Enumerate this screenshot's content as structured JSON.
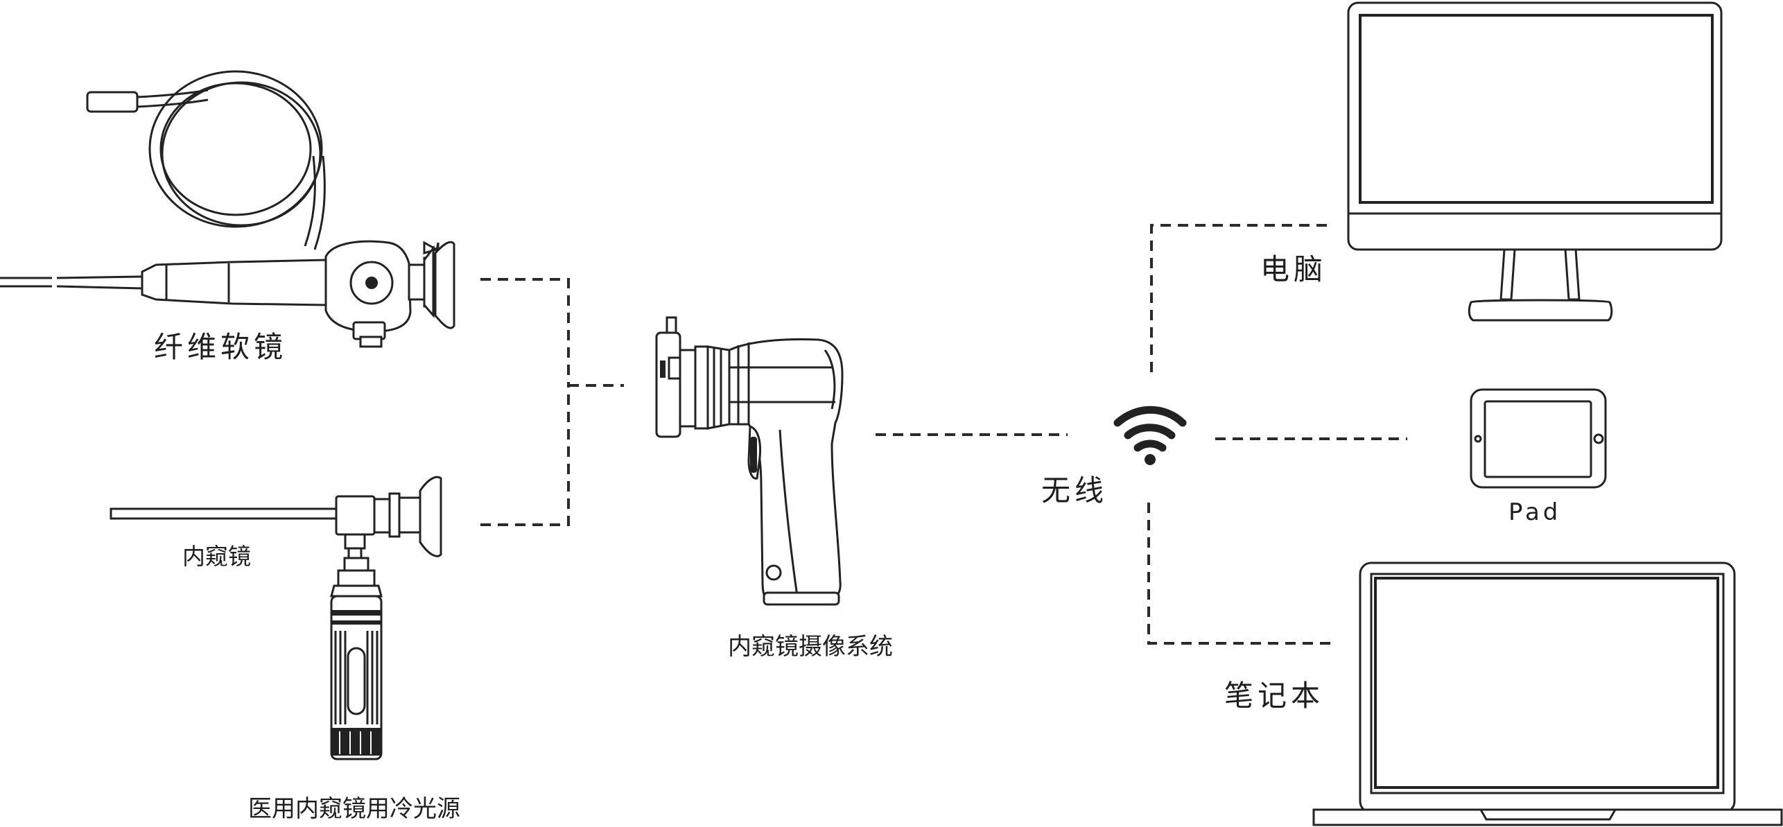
{
  "labels": {
    "flexible_scope": "纤维软镜",
    "rigid_endoscope": "内窥镜",
    "cold_light_source": "医用内窥镜用冷光源",
    "camera_system": "内窥镜摄像系统",
    "wireless": "无线",
    "computer": "电脑",
    "pad": "Pad",
    "laptop": "笔记本"
  },
  "colors": {
    "line": "#222222",
    "text": "#1e1e1e",
    "background": "#ffffff"
  }
}
